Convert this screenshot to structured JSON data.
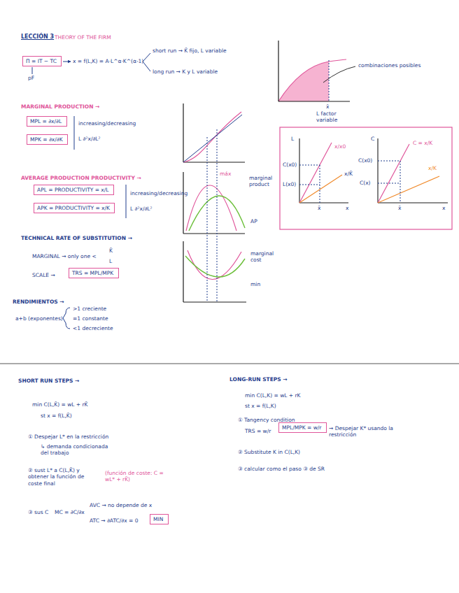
{
  "diagram": {
    "title": "LECCIÓN 3",
    "nodes": [
      {
        "text": [
          "Π = IT − TC"
        ]
      },
      {
        "text": [
          "MPL = ∂x/∂L"
        ]
      },
      {
        "text": [
          "MPK = ∂x/∂K"
        ]
      },
      {
        "text": [
          "APL = PRODUCTIVITY = x/L"
        ]
      },
      {
        "text": [
          "APK = PRODUCTIVITY = x/K"
        ]
      },
      {
        "text": [
          "TRS = MPL/MPK"
        ]
      },
      {
        "text": [
          "MIN"
        ]
      },
      {
        "text": [
          "MPL/MPK = w/r"
        ]
      }
    ],
    "labels": [
      "THEORY OF THE FIRM",
      "pF",
      "x = f(L,K) = A·L^α·K^(α-1)",
      "short run → K̄ fijo, L variable",
      "long run → K y L variable",
      "combinaciones posibles",
      "x̄",
      "L factor variable",
      "MARGINAL PRODUCTION →",
      "increasing/decreasing",
      "L ∂²x/∂L²",
      "AVERAGE PRODUCTION PRODUCTIVITY →",
      "increasing/decreasing",
      "L ∂²x/∂L²",
      "TECHNICAL RATE OF SUBSTITUTION →",
      "MARGINAL → only one <",
      "K̄",
      "L",
      "SCALE →",
      "RENDIMIENTOS →",
      "a+b (exponentes)",
      ">1 creciente",
      "=1 constante",
      "<1 decreciente",
      "máx",
      "marginal product",
      "AP",
      "marginal cost",
      "min",
      "L",
      "x/x0",
      "x/K̄",
      "C(x0)",
      "L(x0)",
      "x̄",
      "x",
      "C",
      "C = x/K",
      "x/K",
      "C(x0)",
      "C(x)",
      "x̄",
      "x",
      "SHORT RUN STEPS →",
      "min C(L,K̄) = wL + rK̄",
      "st x = f(L,K̄)",
      "① Despejar L* en la restricción",
      "↳ demanda condicionada del trabajo",
      "② sust L* a C(L,K̄) y obtener la función de coste final",
      "(función de coste: C = wL* + rK̄)",
      "③ sus C",
      "MC = ∂C/∂x",
      "AVC → no depende de x",
      "ATC → ∂ATC/∂x = 0",
      "LONG-RUN STEPS →",
      "min C(L,K) = wL + rK",
      "st x = f(L,K)",
      "① Tangency condition",
      "TRS = w/r",
      "→ Despejar K* usando la restricción",
      "② Substitute K in C(L,K)",
      "③ calcular como el paso ③ de SR"
    ]
  }
}
